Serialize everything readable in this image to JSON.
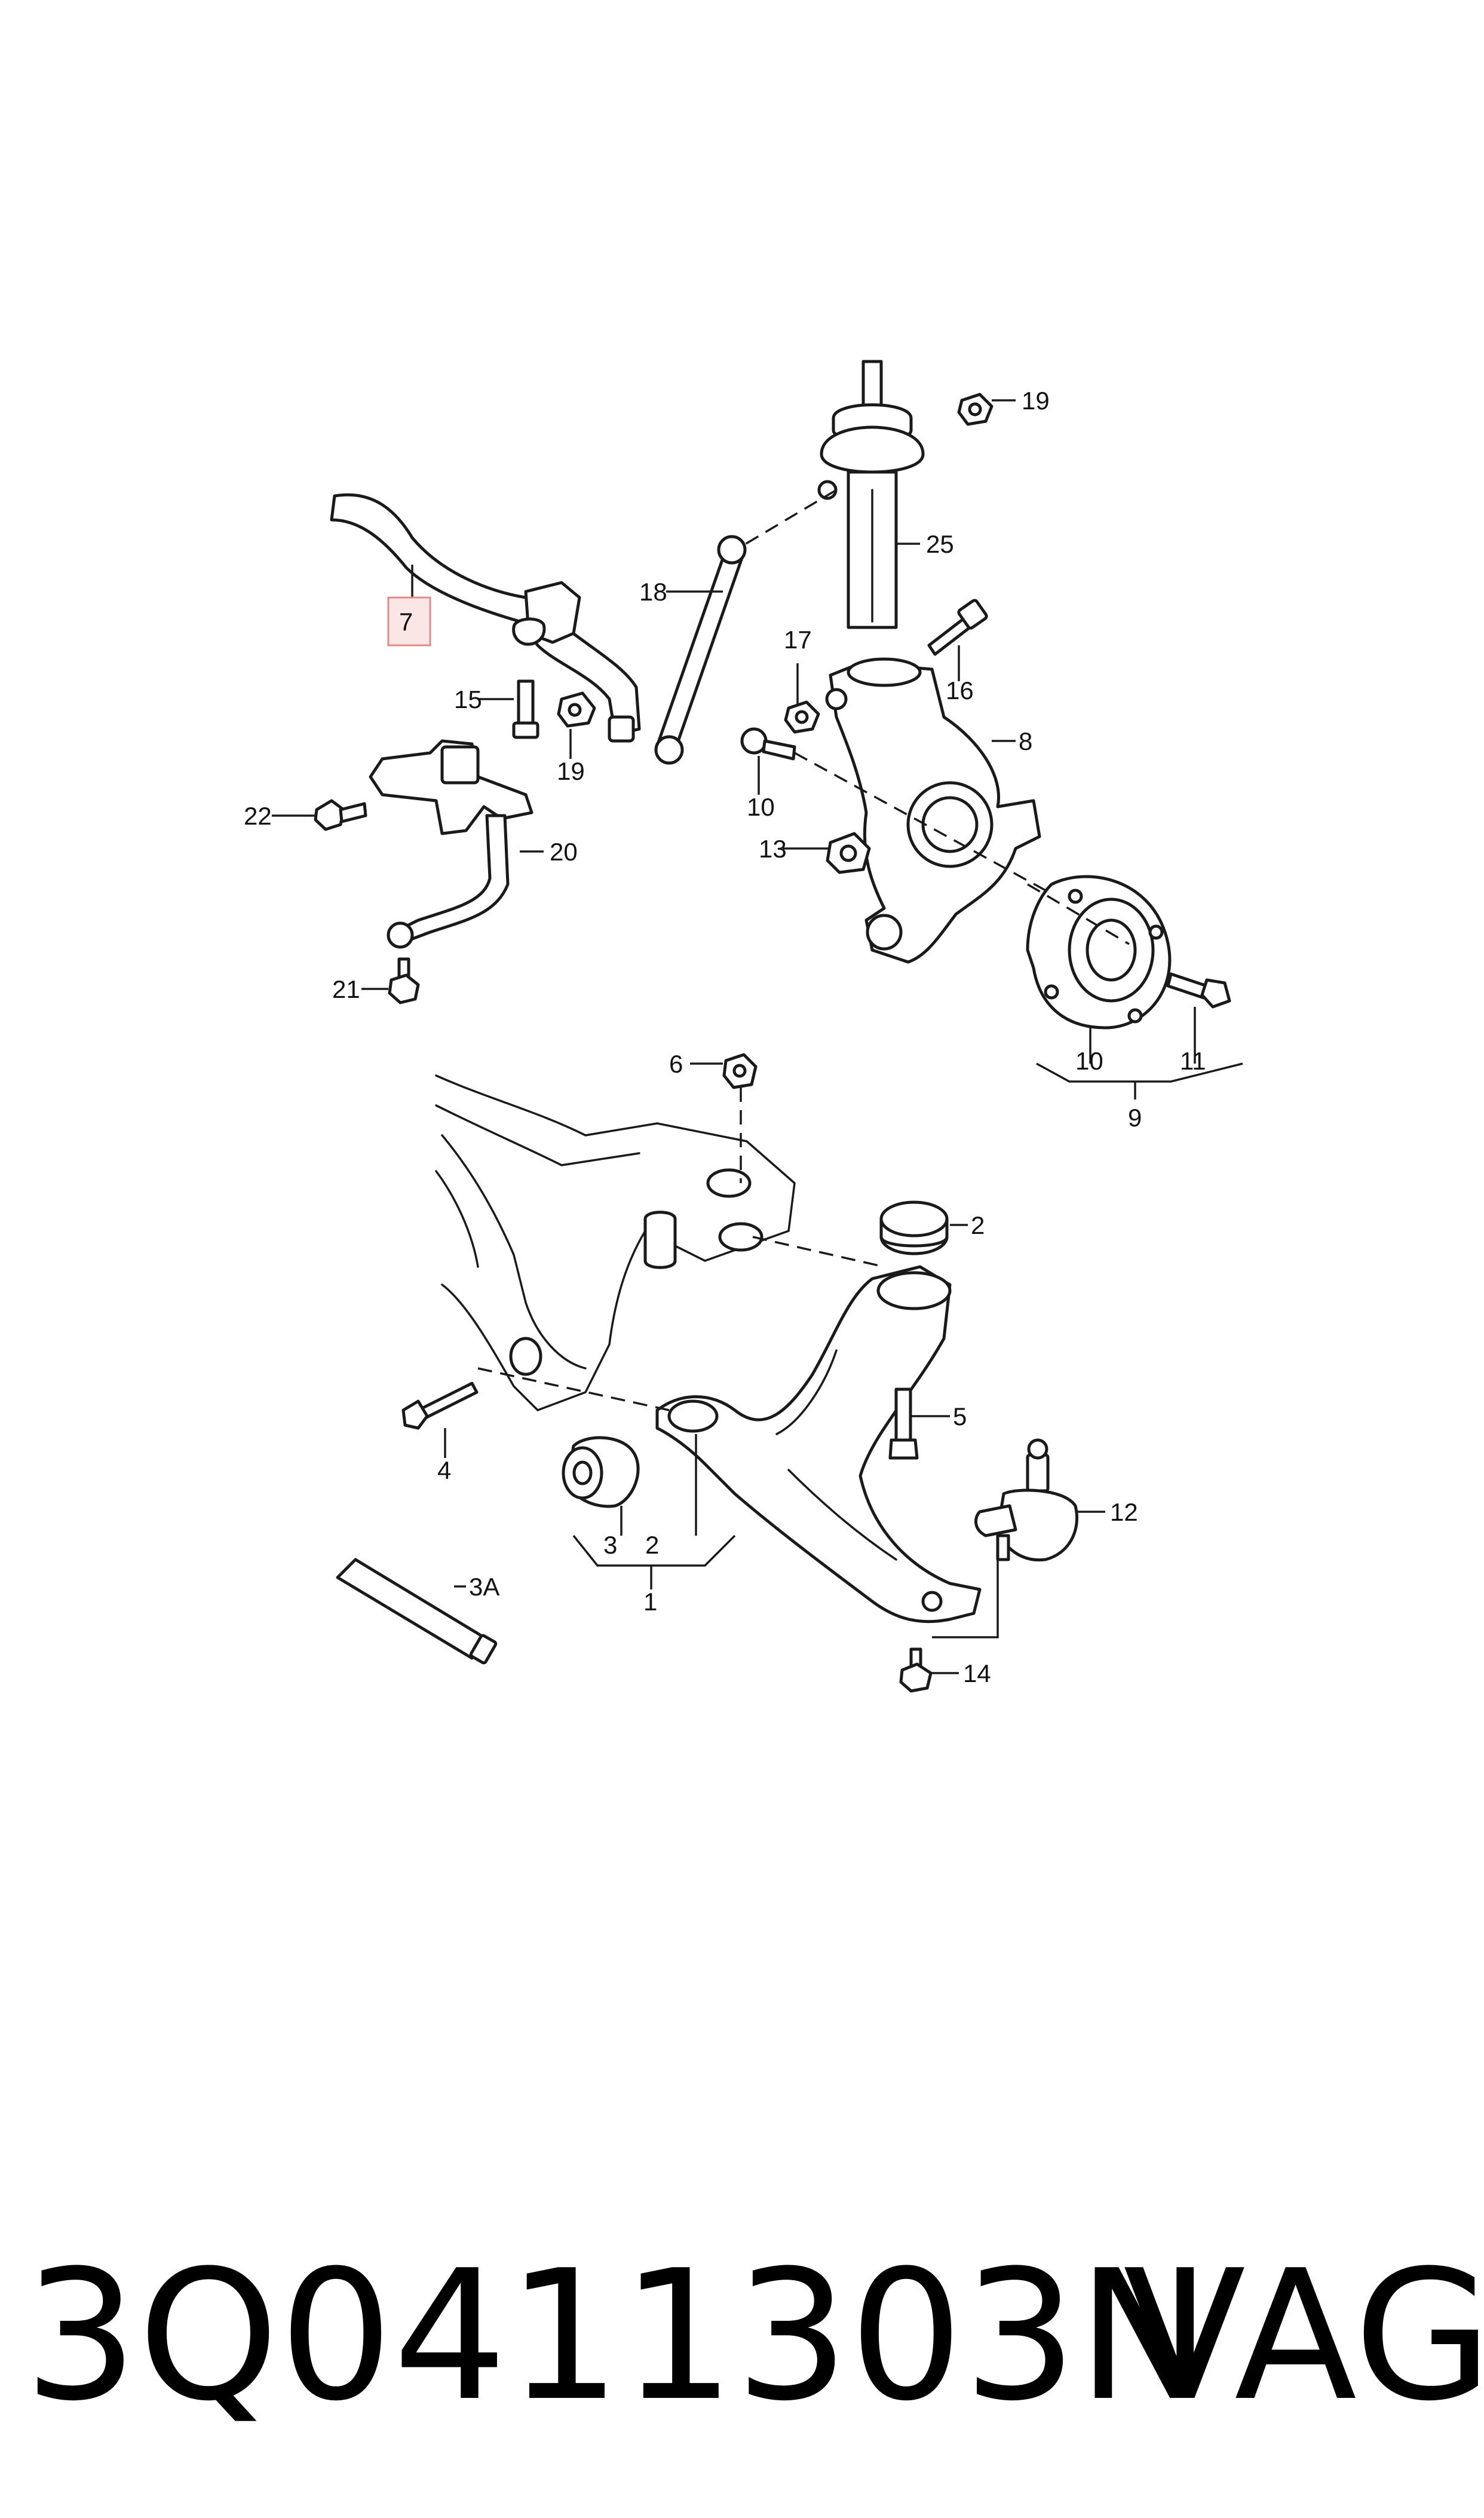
{
  "callouts": {
    "c1": "1",
    "c2a": "2",
    "c2b": "2",
    "c3": "3",
    "c3a": "3A",
    "c4": "4",
    "c5": "5",
    "c6": "6",
    "c7": "7",
    "c8": "8",
    "c9": "9",
    "c10a": "10",
    "c10b": "10",
    "c11": "11",
    "c12": "12",
    "c13": "13",
    "c14": "14",
    "c15": "15",
    "c16": "16",
    "c17": "17",
    "c18": "18",
    "c19a": "19",
    "c19b": "19",
    "c20": "20",
    "c21": "21",
    "c22": "22",
    "c25": "25"
  },
  "highlight": {
    "part": "7",
    "color": "#e08a8a"
  },
  "caption": {
    "part_number": "3Q0411303N",
    "brand": "VAG"
  }
}
